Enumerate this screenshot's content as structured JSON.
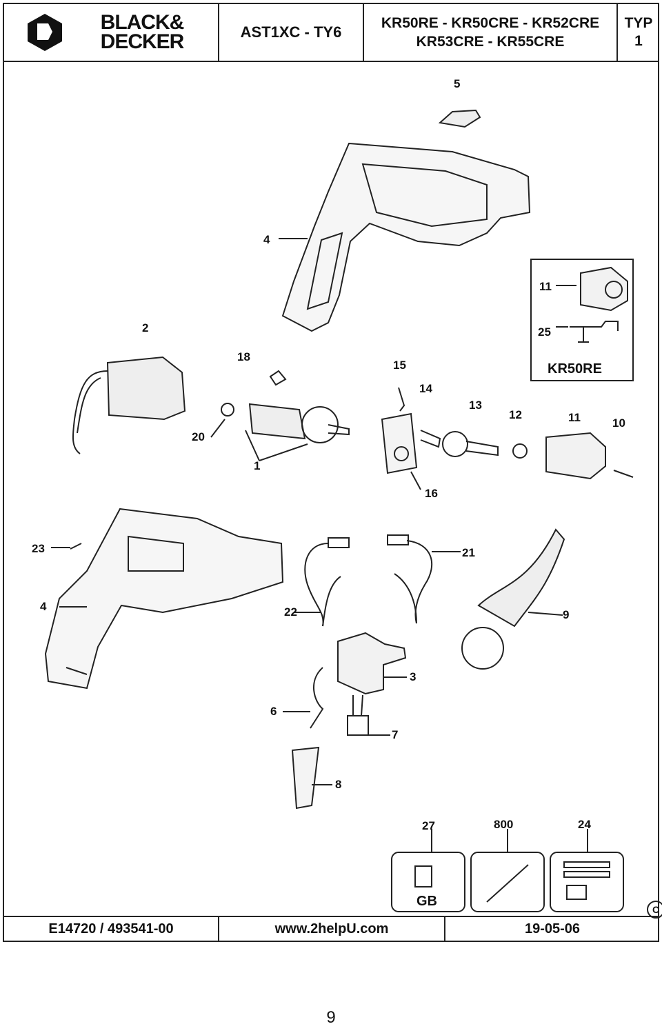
{
  "header": {
    "brand_line1": "BLACK&",
    "brand_line2": "DECKER",
    "model": "AST1XC - TY6",
    "names_line1": "KR50RE - KR50CRE - KR52CRE",
    "names_line2": "KR53CRE - KR55CRE",
    "typ_label": "TYP",
    "typ_value": "1"
  },
  "callouts": [
    "5",
    "4",
    "11",
    "2",
    "25",
    "18",
    "15",
    "KR50RE",
    "14",
    "13",
    "12",
    "11",
    "10",
    "20",
    "1",
    "16",
    "23",
    "21",
    "4",
    "22",
    "9",
    "3",
    "6",
    "7",
    "8",
    "27",
    "800",
    "24"
  ],
  "plug_label": "GB",
  "copyright_symbol": "C",
  "footer": {
    "code": "E14720 / 493541-00",
    "url": "www.2helpU.com",
    "date": "19-05-06"
  },
  "page_number": "9"
}
